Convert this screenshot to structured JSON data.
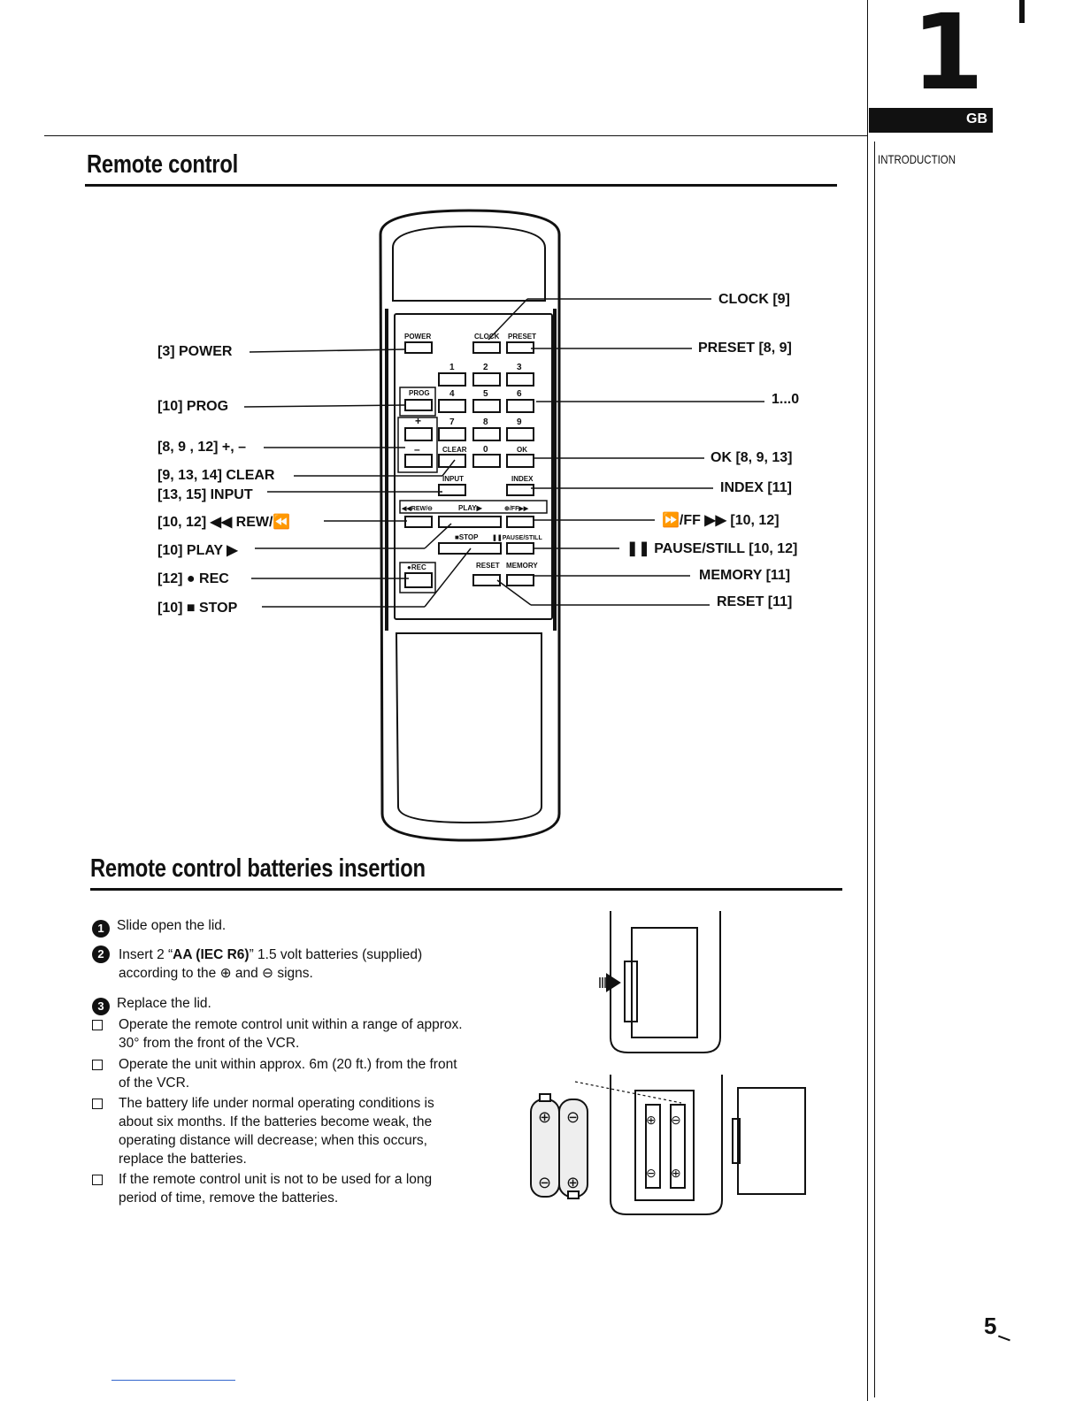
{
  "chapter": {
    "number": "1",
    "lang": "GB",
    "section": "INTRODUCTION"
  },
  "page_number": "5",
  "remote": {
    "heading": "Remote control",
    "left_labels": [
      "[3]  POWER",
      "[10]  PROG",
      "[8, 9 , 12]  +, –",
      "[9, 13, 14]  CLEAR",
      "[13, 15]  INPUT",
      "[10, 12]  ◀◀ REW/⏪",
      "[10]  PLAY ▶",
      "[12]  ● REC",
      "[10]  ■ STOP"
    ],
    "right_labels": [
      "CLOCK  [9]",
      "PRESET  [8, 9]",
      "1...0",
      "OK  [8, 9, 13]",
      "INDEX  [11]",
      "⏩/FF ▶▶  [10, 12]",
      "❚❚ PAUSE/STILL  [10, 12]",
      "MEMORY  [11]",
      "RESET  [11]"
    ],
    "device_labels": {
      "power": "POWER",
      "clock": "CLOCK",
      "preset": "PRESET",
      "prog": "PROG",
      "plus": "+",
      "minus": "–",
      "clear": "CLEAR",
      "ok": "OK",
      "input": "INPUT",
      "index": "INDEX",
      "rew": "◀◀REW/⊖",
      "play": "PLAY▶",
      "ff": "⊕/FF▶▶",
      "stop": "■STOP",
      "pause": "❚❚PAUSE/STILL",
      "rec": "●REC",
      "reset": "RESET",
      "memory": "MEMORY",
      "digits": [
        "1",
        "2",
        "3",
        "4",
        "5",
        "6",
        "7",
        "8",
        "9",
        "0"
      ]
    }
  },
  "batteries": {
    "heading": "Remote control batteries insertion",
    "steps": [
      {
        "num": "1",
        "text": "Slide open the lid."
      },
      {
        "num": "2",
        "text_before": "Insert 2 “",
        "bold": "AA (IEC R6)",
        "text_after": "” 1.5 volt batteries (supplied) according to the ⊕ and ⊖ signs."
      },
      {
        "num": "3",
        "text": "Replace the lid."
      }
    ],
    "notes": [
      "Operate the remote control unit within a range of approx. 30° from the front of the VCR.",
      "Operate the unit within approx. 6m (20 ft.) from the front of the VCR.",
      "The battery life under normal operating conditions is about six months. If the batteries become weak, the operating distance will decrease; when this occurs, replace the batteries.",
      "If the remote control unit is not to be used for a long period of time, remove the batteries."
    ],
    "plus_sign": "⊕",
    "minus_sign": "⊖"
  }
}
